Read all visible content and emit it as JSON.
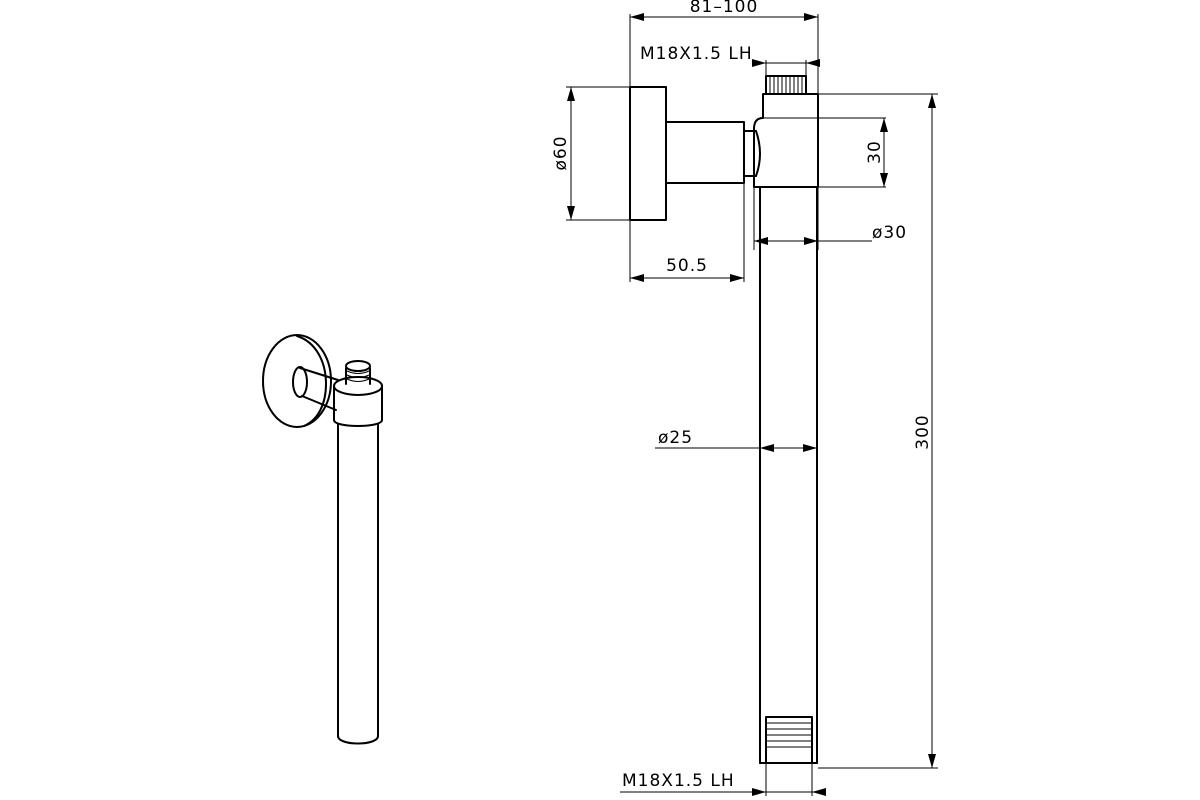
{
  "dimensions": {
    "total_depth": "81–100",
    "top_thread": "M18X1.5 LH",
    "flange_diameter": "ø60",
    "body_height": "30",
    "body_diameter": "ø30",
    "flange_offset": "50.5",
    "pipe_diameter": "ø25",
    "pipe_length": "300",
    "bottom_thread": "M18X1.5 LH"
  }
}
